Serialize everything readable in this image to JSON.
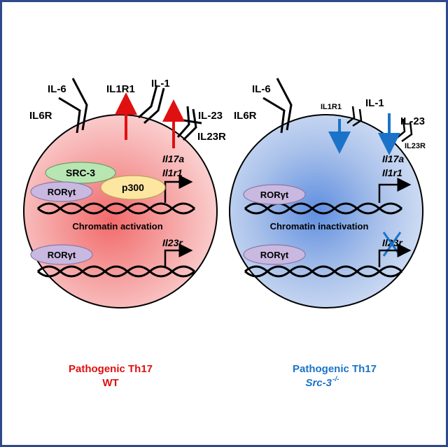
{
  "wt_panel": {
    "receptor_labels": {
      "il6": "IL-6",
      "il6r": "IL6R",
      "il1r1": "IL1R1",
      "il1": "IL-1",
      "il23": "IL-23",
      "il23r": "IL23R"
    },
    "genes": {
      "il17a": "Il17a",
      "il1r1": "Il1r1",
      "il23r": "Il23r"
    },
    "proteins": {
      "src3": "SRC-3",
      "p300": "p300",
      "rorgt_top": "RORγt",
      "rorgt_bottom": "RORγt"
    },
    "chromatin_label": "Chromatin activation",
    "caption_line1": "Pathogenic Th17",
    "caption_line2": "WT"
  },
  "ko_panel": {
    "receptor_labels": {
      "il6": "IL-6",
      "il6r": "IL6R",
      "il1r1": "IL1R1",
      "il1": "IL-1",
      "il23": "IL-23",
      "il23r": "IL23R"
    },
    "genes": {
      "il17a": "Il17a",
      "il1r1": "Il1r1",
      "il23r": "Il23r"
    },
    "proteins": {
      "rorgt_top": "RORγt",
      "rorgt_bottom": "RORγt"
    },
    "chromatin_label": "Chromatin inactivation",
    "caption_line1": "Pathogenic Th17",
    "caption_genotype": "Src-3",
    "caption_superscript": "-/-"
  },
  "colors": {
    "wt_cell": "#f4a3a3",
    "ko_cell": "#a9c1ea",
    "up_arrow": "#e01010",
    "down_arrow": "#1a73c8",
    "src3": "#b8e6b2",
    "p300": "#fce6a0",
    "rorgt": "#c9b8e0",
    "wt_caption": "#e01010",
    "ko_caption": "#1a73c8",
    "border": "#2f4a8a"
  }
}
